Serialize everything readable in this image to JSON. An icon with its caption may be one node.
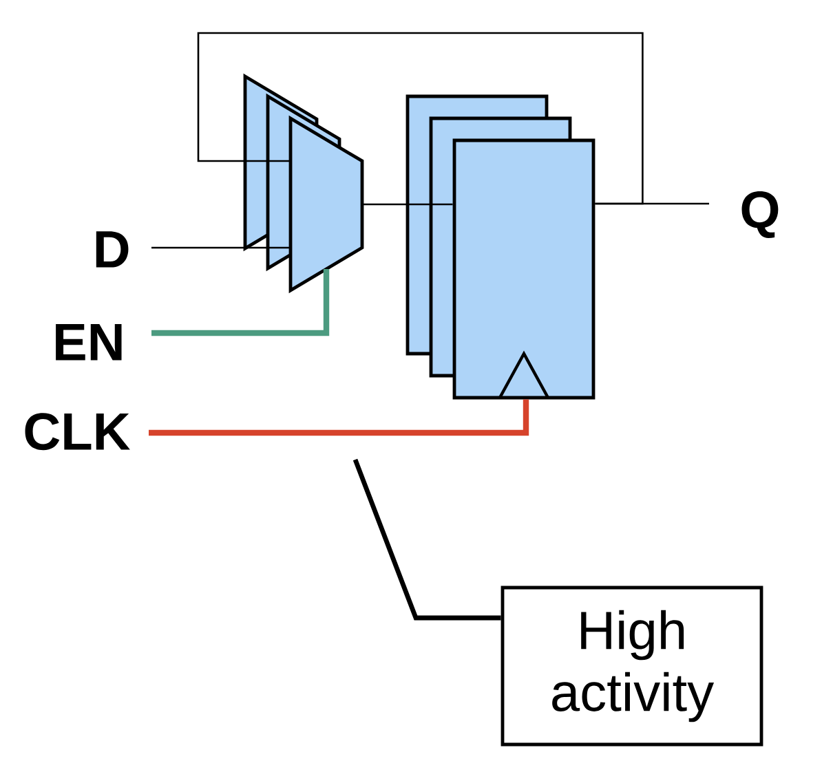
{
  "diagram": {
    "nodes": [
      {
        "text": [
          "D"
        ]
      },
      {
        "text": [
          "EN"
        ]
      },
      {
        "text": [
          "CLK"
        ]
      },
      {
        "text": [
          "Q"
        ]
      },
      {
        "text": [],
        "shape": "trapezoid"
      },
      {
        "text": [],
        "shape": "trapezoid"
      },
      {
        "text": [],
        "shape": "trapezoid"
      },
      {
        "text": [],
        "shape": "box"
      },
      {
        "text": [],
        "shape": "box"
      },
      {
        "text": [],
        "shape": "box"
      },
      {
        "text": [
          "High activity"
        ]
      }
    ],
    "edges": [
      {
        "from": 0,
        "to": 4,
        "arrow": "none"
      },
      {
        "from": 0,
        "to": 5,
        "arrow": "none"
      },
      {
        "from": 0,
        "to": 6,
        "arrow": "none"
      },
      {
        "from": 1,
        "to": 6,
        "arrow": "none",
        "style": "thick",
        "color": "#4c9b80"
      },
      {
        "from": 2,
        "to": 9,
        "arrow": "none",
        "style": "thick",
        "color": "#d6432b"
      },
      {
        "from": 6,
        "to": 7,
        "arrow": "none"
      },
      {
        "from": 6,
        "to": 8,
        "arrow": "none"
      },
      {
        "from": 6,
        "to": 9,
        "arrow": "none"
      },
      {
        "from": 9,
        "to": 3,
        "arrow": "none"
      },
      {
        "from": 9,
        "to": 4,
        "arrow": "none"
      },
      {
        "from": 9,
        "to": 5,
        "arrow": "none"
      },
      {
        "from": 9,
        "to": 6,
        "arrow": "none"
      },
      {
        "from": 10,
        "to": null,
        "arrow": "none",
        "style": "thick"
      }
    ]
  }
}
